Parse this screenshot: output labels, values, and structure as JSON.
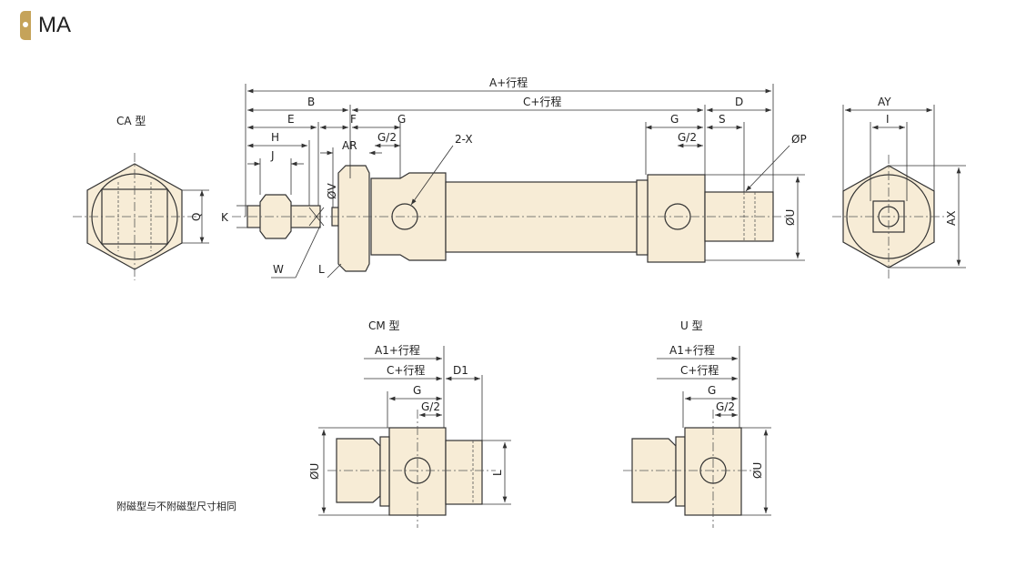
{
  "header": {
    "title": "MA"
  },
  "main": {
    "A": "A+行程",
    "B": "B",
    "C": "C+行程",
    "D": "D",
    "E": "E",
    "F": "F",
    "G1": "G",
    "G2": "G",
    "S": "S",
    "H": "H",
    "AR": "AR",
    "G2a": "G/2",
    "G2b": "G/2",
    "X": "2-X",
    "P": "ØP",
    "J": "J",
    "V": "ØV",
    "K": "K",
    "W": "W",
    "L": "L",
    "U": "ØU"
  },
  "ca": {
    "title": "CA 型",
    "Q": "Q"
  },
  "side": {
    "AY": "AY",
    "I": "I",
    "AX": "AX"
  },
  "cm": {
    "title": "CM 型",
    "A1": "A1+行程",
    "C": "C+行程",
    "D1": "D1",
    "G": "G",
    "G2": "G/2",
    "U": "ØU",
    "L": "L"
  },
  "u": {
    "title": "U 型",
    "A1": "A1+行程",
    "C": "C+行程",
    "G": "G",
    "G2": "G/2",
    "U": "ØU"
  },
  "note": "附磁型与不附磁型尺寸相同",
  "colors": {
    "body": "#f7ecd6",
    "accent": "#c5a35a"
  }
}
